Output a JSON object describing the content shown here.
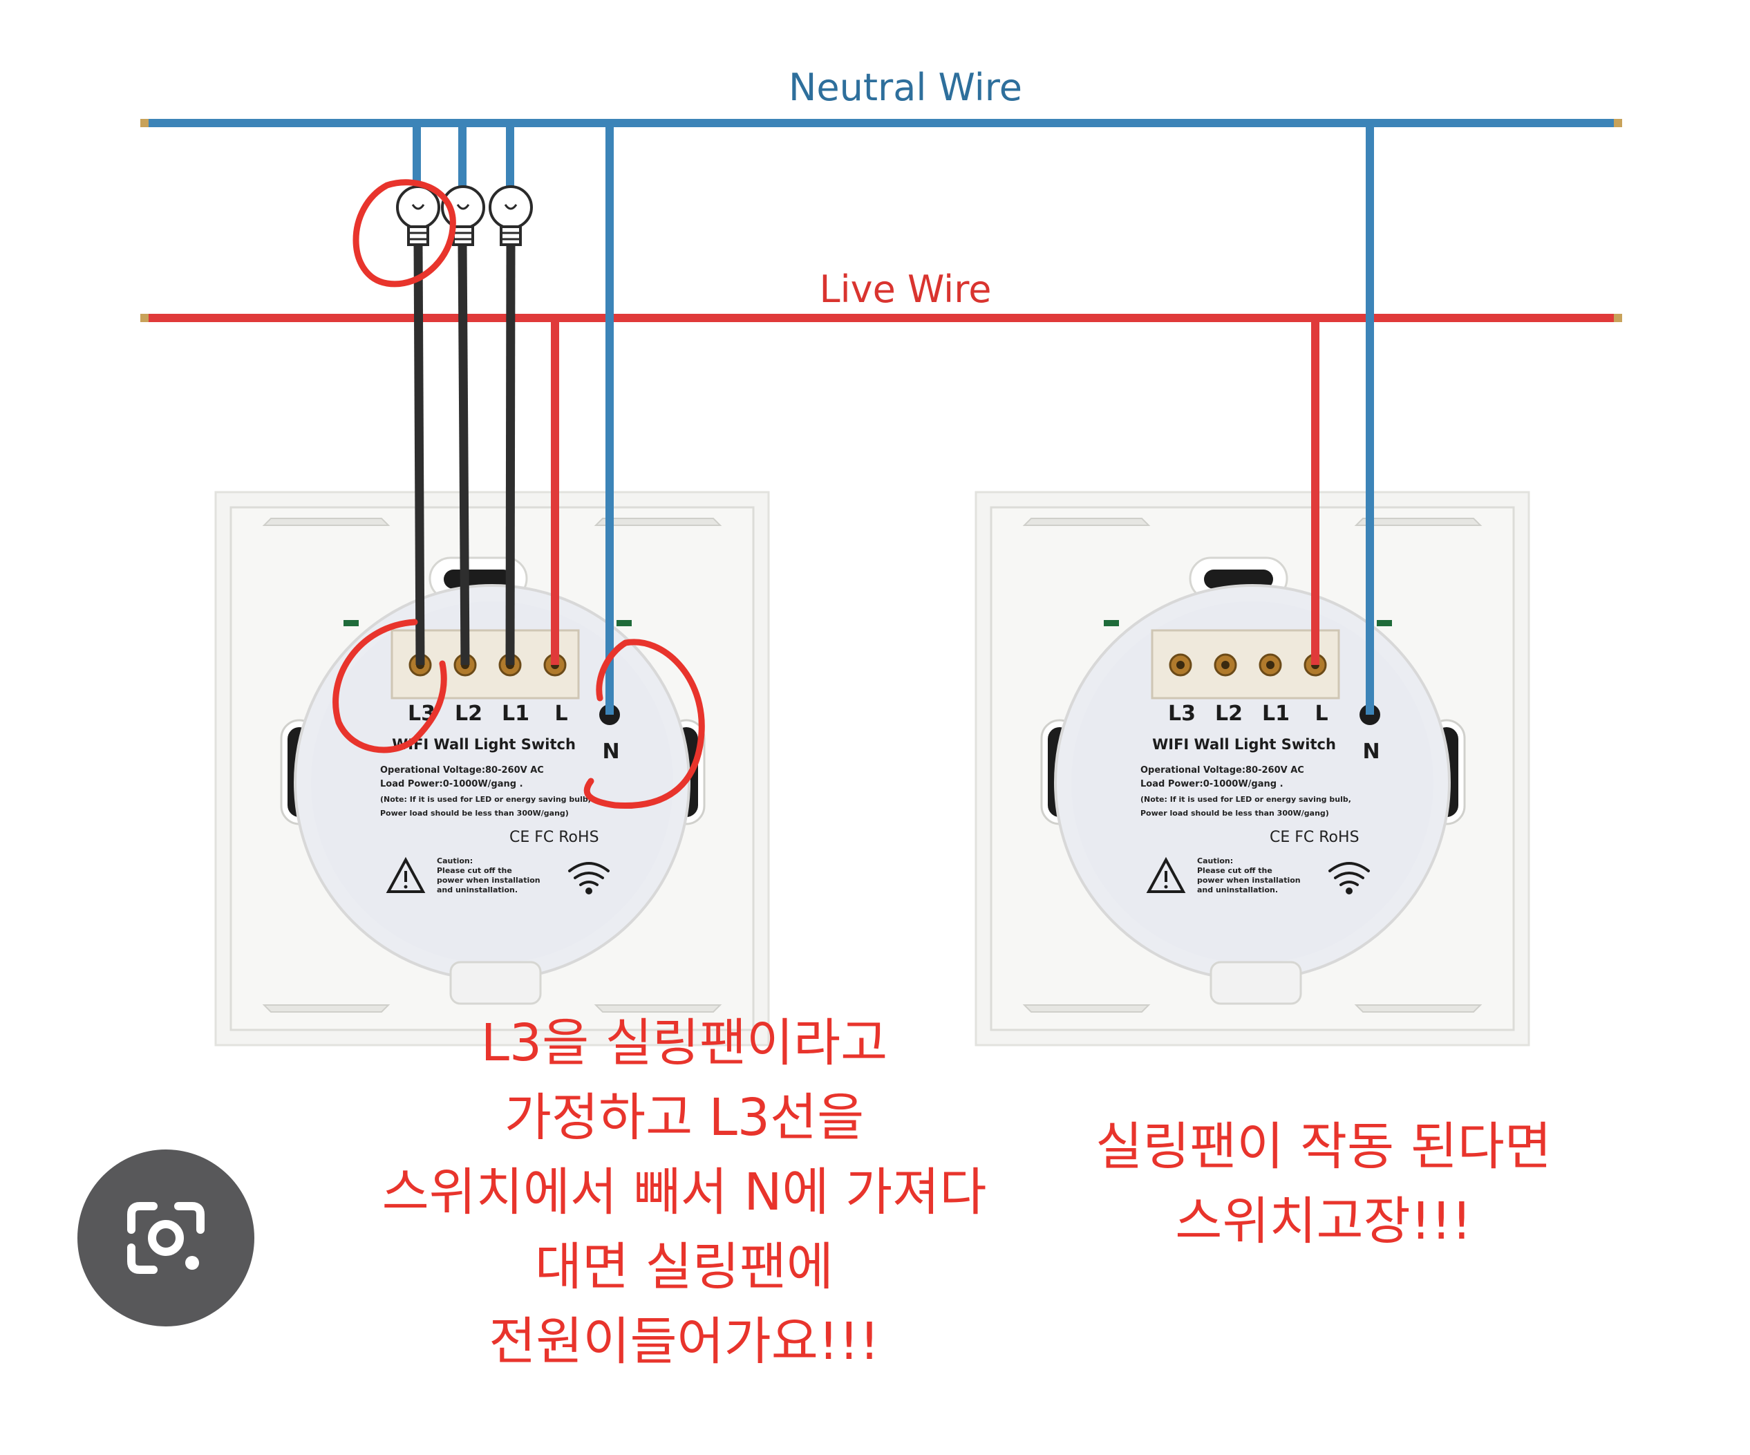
{
  "wires": {
    "neutral_label": "Neutral Wire",
    "live_label": "Live Wire",
    "neutral_color": "#3c84b8",
    "live_color": "#e03a3a",
    "load_color": "#2e2e2e"
  },
  "switch_left": {
    "terminals": [
      "L3",
      "L2",
      "L1",
      "L",
      "N"
    ],
    "title": "WIFI Wall Light Switch",
    "spec_lines": [
      "Operational Voltage:80-260V AC",
      "Load Power:0-1000W/gang .",
      "(Note: If it is used for LED or energy saving bulb,",
      "Power load should be less than 300W/gang)"
    ],
    "certs": "CE FC RoHS",
    "caution_lines": [
      "Caution:",
      "Please cut off the",
      "power when installation",
      "and uninstallation."
    ]
  },
  "switch_right": {
    "terminals": [
      "L3",
      "L2",
      "L1",
      "L",
      "N"
    ],
    "title": "WIFI Wall Light Switch",
    "spec_lines": [
      "Operational Voltage:80-260V AC",
      "Load Power:0-1000W/gang .",
      "(Note: If it is used for LED or energy saving bulb,",
      "Power load should be less than 300W/gang)"
    ],
    "certs": "CE FC RoHS",
    "caution_lines": [
      "Caution:",
      "Please cut off the",
      "power when installation",
      "and uninstallation."
    ]
  },
  "annotation_left": [
    "L3을 실링팬이라고",
    "가정하고 L3선을",
    "스위치에서 빼서 N에 가져다",
    "대면 실링팬에",
    "전원이들어가요!!!"
  ],
  "annotation_right": [
    "실링팬이 작동 된다면",
    "스위치고장!!!"
  ],
  "icons": {
    "lens": "google-lens-icon",
    "bulb": "light-bulb-icon"
  }
}
